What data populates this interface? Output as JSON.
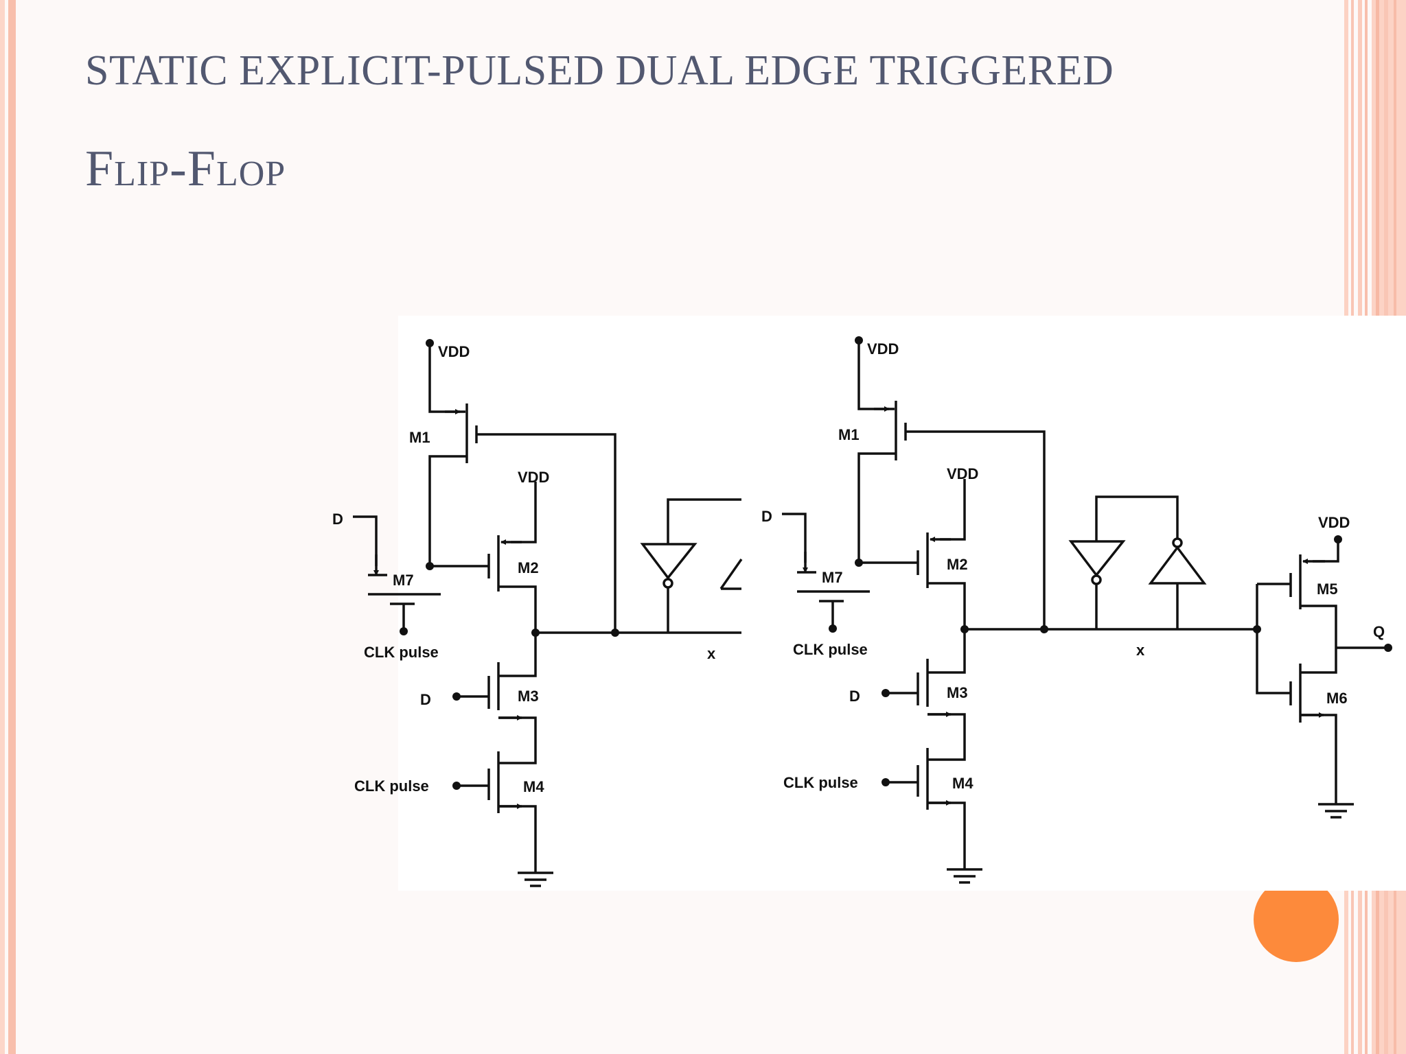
{
  "slide": {
    "title_line1": "STATIC EXPLICIT-PULSED DUAL EDGE TRIGGERED",
    "title_line2": "Flip-Flop"
  },
  "colors": {
    "background": "#fdf9f8",
    "title": "#525870",
    "border_stripe": "#f8c0ae",
    "accent_circle": "#fd8a3b",
    "wire": "#111111"
  },
  "diagram": {
    "left_circuit": {
      "vdd_top": "VDD",
      "m1": "M1",
      "vdd_m2": "VDD",
      "d_input_m7": "D",
      "m7": "M7",
      "m2": "M2",
      "clk_pulse_m7": "CLK pulse",
      "node_x": "x",
      "d_input_m3": "D",
      "m3": "M3",
      "clk_pulse_m4": "CLK pulse",
      "m4": "M4"
    },
    "right_circuit": {
      "vdd_top": "VDD",
      "m1": "M1",
      "vdd_m2": "VDD",
      "d_input_m7": "D",
      "m7": "M7",
      "m2": "M2",
      "clk_pulse_m7": "CLK pulse",
      "node_x": "x",
      "d_input_m3": "D",
      "m3": "M3",
      "clk_pulse_m4": "CLK pulse",
      "m4": "M4",
      "vdd_out": "VDD",
      "m5": "M5",
      "output_q": "Q",
      "m6": "M6"
    }
  }
}
